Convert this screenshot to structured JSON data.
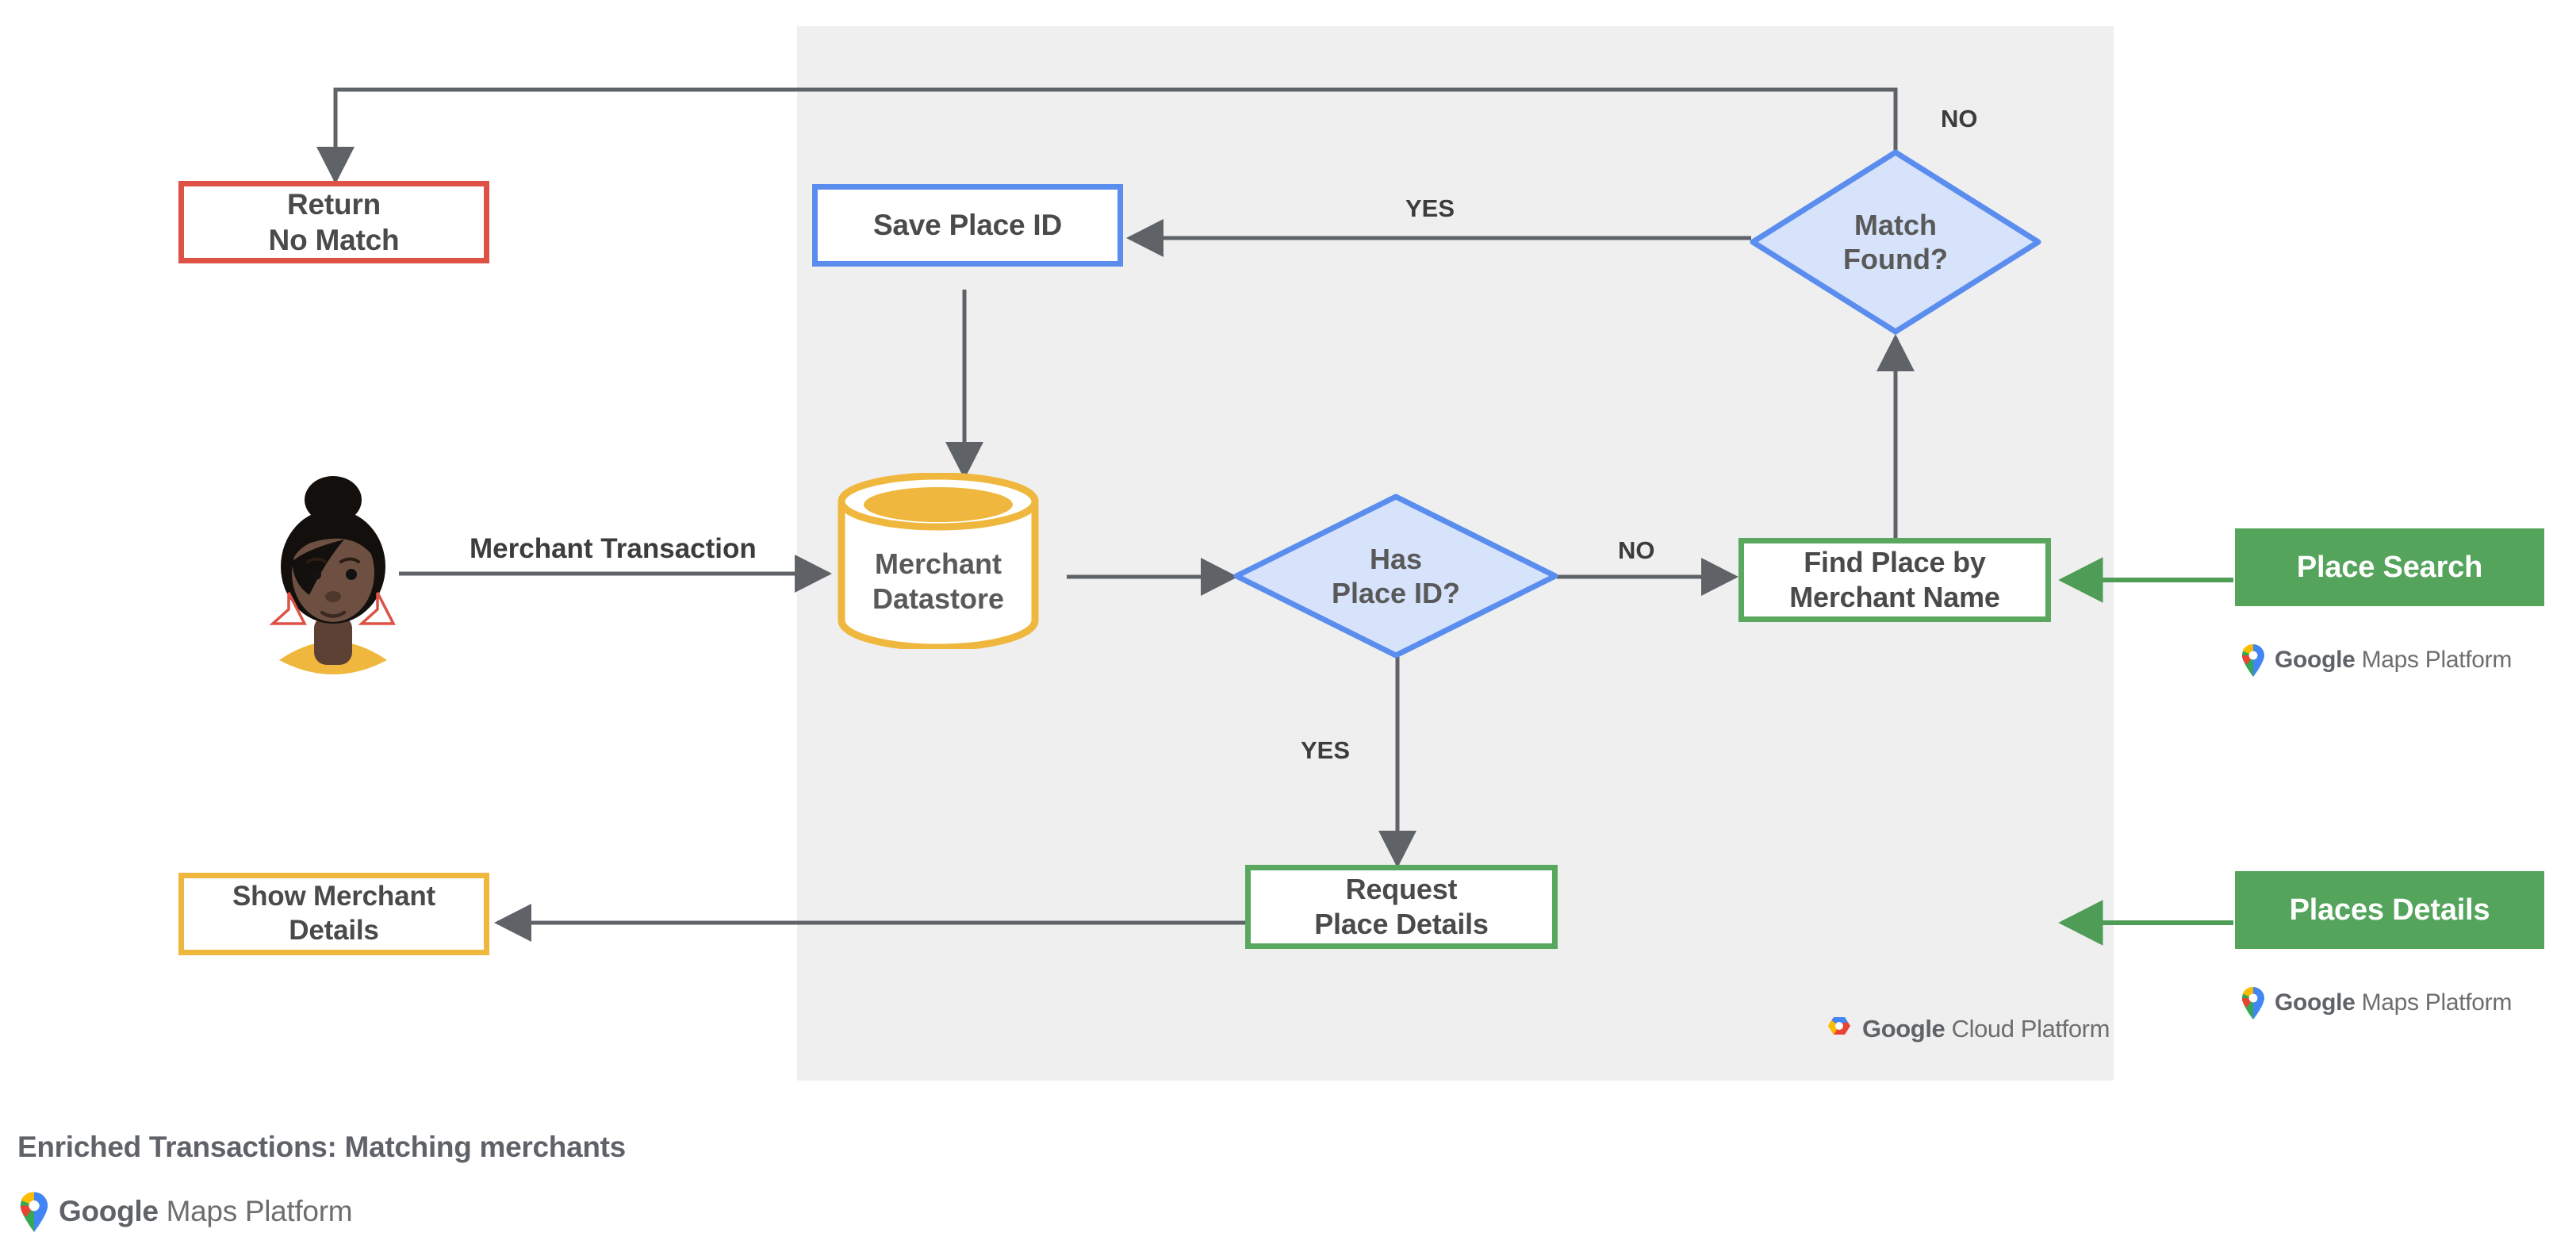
{
  "caption": {
    "title": "Enriched Transactions: Matching merchants",
    "logo_brand": "Google",
    "logo_product": "Maps Platform"
  },
  "panel": {
    "name": "Google Cloud Platform",
    "logo_brand": "Google",
    "logo_product": "Cloud Platform",
    "background": "#efefef"
  },
  "actor": {
    "name": "merchant-customer-avatar"
  },
  "nodes": {
    "return_no_match": {
      "label": "Return\nNo Match",
      "accent": "#DE5145"
    },
    "save_place_id": {
      "label": "Save Place ID",
      "accent": "#5B8DEF"
    },
    "match_found": {
      "label": "Match\nFound?",
      "accent": "#5B8DEF",
      "fill": "#D6E3FA"
    },
    "merchant_datastore": {
      "label": "Merchant\nDatastore",
      "accent": "#EFB73E"
    },
    "has_place_id": {
      "label": "Has\nPlace ID?",
      "accent": "#5B8DEF",
      "fill": "#D6E3FA"
    },
    "find_place": {
      "label": "Find Place by\nMerchant Name",
      "accent": "#5AA85F"
    },
    "request_place_details": {
      "label": "Request\nPlace Details",
      "accent": "#5AA85F"
    },
    "show_merchant_details": {
      "label": "Show Merchant\nDetails",
      "accent": "#EFB73E"
    }
  },
  "api_buttons": {
    "place_search": {
      "label": "Place Search",
      "fill": "#54A45C",
      "logo_brand": "Google",
      "logo_product": "Maps Platform"
    },
    "places_details": {
      "label": "Places Details",
      "fill": "#54A45C",
      "logo_brand": "Google",
      "logo_product": "Maps Platform"
    }
  },
  "edges": {
    "merchant_transaction": "Merchant Transaction",
    "has_place_id_no": "NO",
    "has_place_id_yes": "YES",
    "match_found_no": "NO",
    "match_found_yes": "YES"
  },
  "colors": {
    "line": "#5f6368",
    "text": "#5f6368",
    "panel_bg": "#efefef",
    "red": "#DE5145",
    "blue": "#5B8DEF",
    "blue_fill": "#D6E3FA",
    "green": "#5AA85F",
    "green_fill": "#54A45C",
    "yellow": "#EFB73E"
  }
}
